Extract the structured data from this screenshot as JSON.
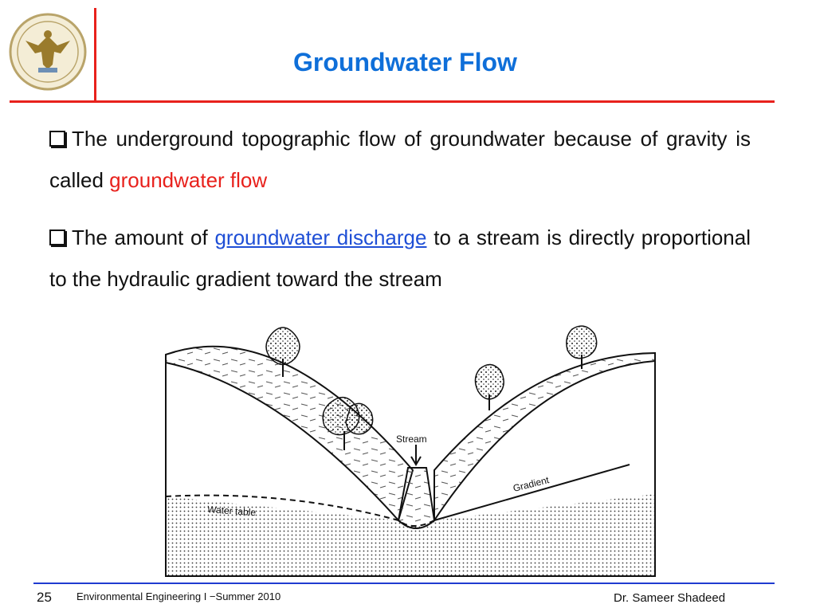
{
  "slide": {
    "title": "Groundwater Flow",
    "bullets": [
      {
        "text_before": "The underground topographic flow of groundwater because of gravity is called ",
        "highlight": "groundwater flow"
      },
      {
        "text_before": "The amount of ",
        "link": "groundwater discharge",
        "text_after": " to a stream is directly proportional to the hydraulic gradient toward the stream"
      }
    ]
  },
  "diagram": {
    "labels": {
      "stream": "Stream",
      "gradient": "Gradient",
      "water_table": "Water table"
    }
  },
  "footer": {
    "page_number": "25",
    "course": "Environmental Engineering I −Summer 2010",
    "author": "Dr. Sameer Shadeed"
  },
  "colors": {
    "accent": "#e8211c",
    "title": "#0f6fd9",
    "link": "#1f4fd6",
    "footer_rule": "#1f3bd0"
  }
}
